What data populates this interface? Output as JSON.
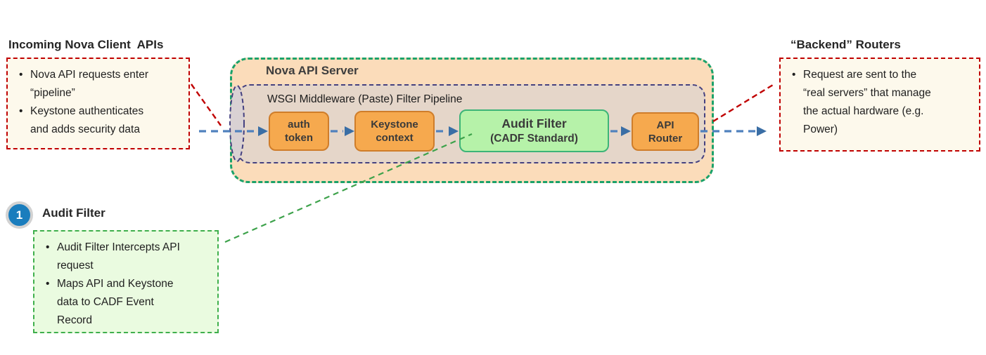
{
  "incoming_note": {
    "heading": "Incoming Nova Client  APIs",
    "bullets": [
      "Nova API requests enter “pipeline”",
      "Keystone authenticates and adds security data"
    ]
  },
  "backend_note": {
    "heading": "“Backend” Routers",
    "bullets": [
      "Request are sent to the “real servers” that manage the actual hardware (e.g. Power)"
    ]
  },
  "audit_note": {
    "badge": "1",
    "heading": "Audit Filter",
    "bullets": [
      "Audit Filter Intercepts API request",
      "Maps API and Keystone data to CADF Event Record"
    ]
  },
  "server": {
    "title": "Nova API Server",
    "pipeline": {
      "title": "WSGI Middleware (Paste) Filter Pipeline",
      "stages": [
        {
          "line1": "auth",
          "line2": "token"
        },
        {
          "line1": "Keystone",
          "line2": "context"
        },
        {
          "title": "Audit Filter",
          "subtitle": "(CADF Standard)"
        },
        {
          "line1": "API",
          "line2": "Router"
        }
      ]
    }
  },
  "colors": {
    "note_fill": "#fdf9ec",
    "note_border_red": "#c00000",
    "nova_fill": "#fbdcba",
    "nova_border_green": "#1ba26a",
    "pipeline_fill": "#e5d6c9",
    "pipeline_border_purple": "#454180",
    "stage_orange_fill": "#f6a94e",
    "stage_orange_border": "#cf7d2a",
    "stage_green_fill": "#b6f2a9",
    "stage_green_border": "#3db478",
    "arrow_blue": "#4f81bd",
    "connector_green": "#3da24b",
    "badge_blue": "#1a7dbd"
  }
}
